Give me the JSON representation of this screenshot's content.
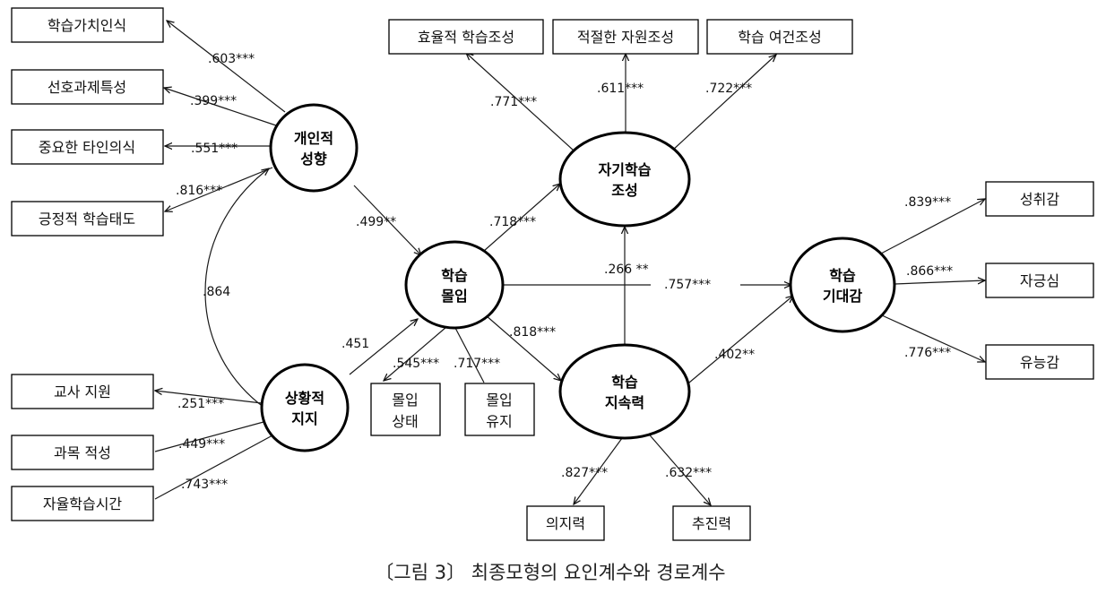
{
  "caption": "〔그림 3〕 최종모형의 요인계수와 경로계수",
  "latents": {
    "personal": [
      "개인적",
      "성향"
    ],
    "situational": [
      "상황적",
      "지지"
    ],
    "engagement": [
      "학습",
      "몰입"
    ],
    "selfdirected": [
      "자기학습",
      "조성"
    ],
    "persistence": [
      "학습",
      "지속력"
    ],
    "expectation": [
      "학습",
      "기대감"
    ]
  },
  "indicators": {
    "value": "학습가치인식",
    "preference": "선호과제특성",
    "others": "중요한 타인의식",
    "attitude": "긍정적 학습태도",
    "teacher": "교사 지원",
    "aptitude": "과목 적성",
    "studytime": "자율학습시간",
    "efficient": "효율적 학습조성",
    "resource": "적절한 자원조성",
    "condition": "학습 여건조성",
    "state": [
      "몰입",
      "상태"
    ],
    "maintain": [
      "몰입",
      "유지"
    ],
    "will": "의지력",
    "drive": "추진력",
    "achieve": "성취감",
    "pride": "자긍심",
    "competence": "유능감"
  },
  "coefficients": {
    "value": ".603***",
    "preference": ".399***",
    "others": ".551***",
    "attitude": ".816***",
    "corr": ".864",
    "teacher": ".251***",
    "aptitude": ".449***",
    "studytime": ".743***",
    "p_eng": ".499**",
    "s_eng": ".451",
    "efficient": ".771***",
    "resource": ".611***",
    "condition": ".722***",
    "eng_self": ".718***",
    "pers_self": ".266 **",
    "eng_exp": ".757***",
    "eng_pers": ".818***",
    "pers_exp": ".402**",
    "state": ".545***",
    "maintain": ".717***",
    "will": ".827***",
    "drive": ".632***",
    "achieve": ".839***",
    "pride": ".866***",
    "competence": ".776***"
  }
}
